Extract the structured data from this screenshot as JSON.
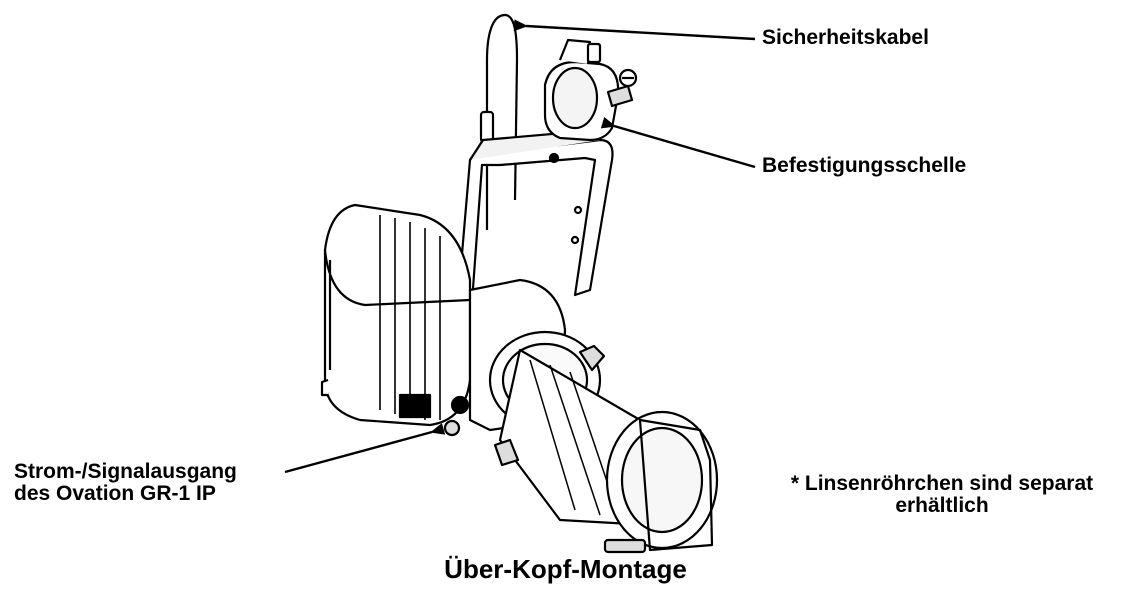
{
  "labels": {
    "safety_cable": "Sicherheitskabel",
    "mounting_clamp": "Befestigungsschelle",
    "power_signal_line1": "Strom-/Signalausgang",
    "power_signal_line2": "des Ovation GR-1 IP",
    "note_line1": "* Linsenröhrchen sind separat",
    "note_line2": "erhältlich"
  },
  "caption": "Über-Kopf-Montage",
  "colors": {
    "ink": "#000000",
    "body_fill": "#ffffff",
    "shade": "#dcdcdc"
  }
}
